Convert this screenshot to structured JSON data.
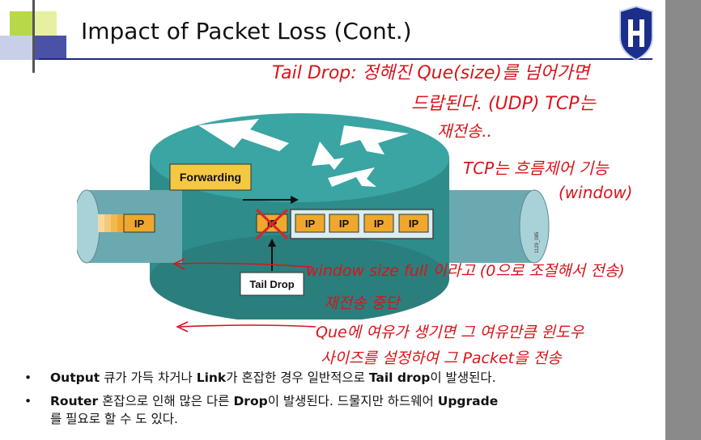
{
  "title": "Impact of Packet Loss (Cont.)",
  "diagram": {
    "forwarding_label": "Forwarding",
    "tail_drop_label": "Tail Drop",
    "incoming_packet": "IP",
    "dropped_packet": "IP",
    "queue_packets": [
      "IP",
      "IP",
      "IP",
      "IP"
    ],
    "figure_id": "1129_085"
  },
  "annotations": {
    "line1": "Tail Drop: 정해진 Que(size)를 넘어가면",
    "line2": "드랍된다. (UDP) TCP는",
    "line3": "재전송..",
    "line4": "TCP는 흐름제어 기능",
    "line5": "(window)",
    "line6": "window size full 이라고 (0으로 조절해서 전송)",
    "line7": "재전송 중단",
    "line8": "Que에 여유가 생기면 그 여유만큼 윈도우",
    "line9": "사이즈를 설정하여 그 Packet을 전송"
  },
  "bullets": [
    {
      "parts": [
        [
          "b",
          "Output"
        ],
        [
          "t",
          " 큐가 가득 차거나 "
        ],
        [
          "b",
          "Link"
        ],
        [
          "t",
          "가 혼잡한 경우 일반적으로 "
        ],
        [
          "b",
          "Tail drop"
        ],
        [
          "t",
          "이 발생된다."
        ]
      ]
    },
    {
      "parts": [
        [
          "b",
          "Router"
        ],
        [
          "t",
          " 혼잡으로 인해 많은 다른 "
        ],
        [
          "b",
          "Drop"
        ],
        [
          "t",
          "이 발생된다. 드물지만 하드웨어 "
        ],
        [
          "b",
          "Upgrade"
        ]
      ]
    },
    {
      "parts": [
        [
          "t",
          "를 필요로 할 수 도 있다."
        ]
      ]
    }
  ],
  "colors": {
    "accent": "#1f2a7a",
    "packet": "#f0a82c",
    "router": "#3a9d9a",
    "ink": "#d8141a",
    "sidebar": "#8a8a8a"
  }
}
